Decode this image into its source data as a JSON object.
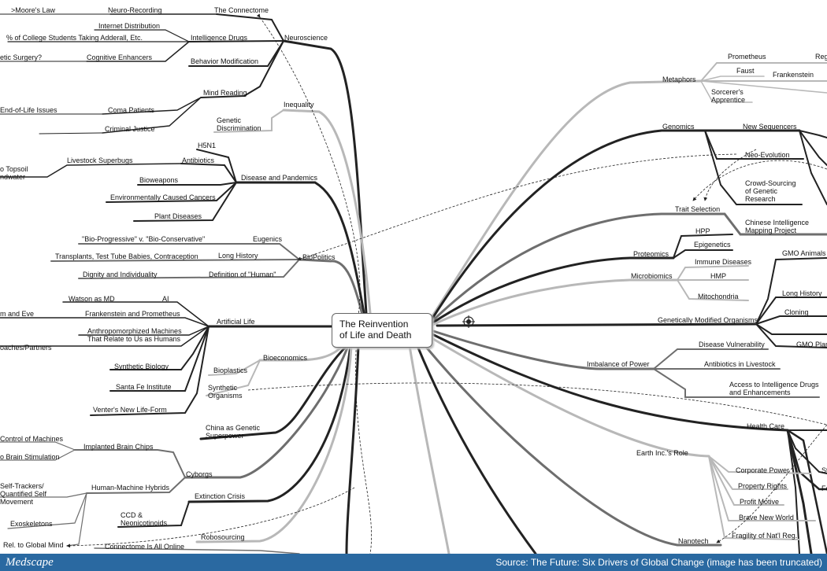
{
  "diagram": {
    "center": "The Reinvention\nof Life and Death",
    "labels": {
      "moores_law": ">Moore's Law",
      "neuro_recording": "Neuro-Recording",
      "connectome": "The Connectome",
      "internet_distribution": "Internet Distribution",
      "college_adderall": "% of College Students Taking Adderall, Etc.",
      "intelligence_drugs": "Intelligence Drugs",
      "neuroscience": "Neuroscience",
      "cosmetic_surgery": "etic Surgery?",
      "cognitive_enhancers": "Cognitive Enhancers",
      "behavior_modification": "Behavior Modification",
      "mind_reading": "Mind Reading",
      "inequality": "Inequality",
      "end_of_life": "End-of-Life Issues",
      "coma_patients": "Coma Patients",
      "genetic_discrimination": "Genetic\nDiscrimination",
      "criminal_justice": "Criminal Justice",
      "h5n1": "H5N1",
      "antibiotics": "Antibiotics",
      "topsoil": "o Topsoil\nndwater",
      "livestock_superbugs": "Livestock Superbugs",
      "disease_pandemics": "Disease and Pandemics",
      "bioweapons": "Bioweapons",
      "env_cancers": "Environmentally Caused Cancers",
      "plant_diseases": "Plant Diseases",
      "bio_progressive": "\"Bio-Progressive\" v. \"Bio-Conservative\"",
      "eugenics": "Eugenics",
      "transplants": "Transplants, Test Tube Babies, Contraception",
      "long_history_l": "Long History",
      "biopolitics": "BioPolitics",
      "dignity": "Dignity and Individuality",
      "def_human": "Definition of \"Human\"",
      "watson": "Watson as MD",
      "ai": "AI",
      "adam_eve": "m and Eve",
      "frank_prometheus": "Frankenstein and Prometheus",
      "artificial_life": "Artificial Life",
      "anthro_machines": "Anthropomorphized Machines\nThat Relate to Us as Humans",
      "coaches": "oaches/Partners",
      "bioeconomics": "Bioeconomics",
      "bioplastics": "Bioplastics",
      "synthetic_biology": "Synthetic Biology",
      "synthetic_organisms": "Synthetic\nOrganisms",
      "santa_fe": "Santa Fe Institute",
      "venter": "Venter's New Life-Form",
      "china": "China as Genetic\nSuperpower",
      "control_machines": "Control of Machines",
      "implanted_chips": "Implanted Brain Chips",
      "brain_stim": "o Brain Stimulation",
      "cyborgs": "Cyborgs",
      "self_trackers": "Self-Trackers/\nQuantified Self\nMovement",
      "human_machine": "Human-Machine Hybrids",
      "extinction": "Extinction Crisis",
      "ccd": "CCD &\nNeonicotinoids",
      "exoskeletons": "Exoskeletons",
      "robosourcing": "Robosourcing",
      "global_mind": "Rel. to Global Mind",
      "connectome_online": "Connectome Is All Online",
      "prometheus": "Prometheus",
      "reg": "Reg",
      "faust": "Faust",
      "frankenstein": "Frankenstein",
      "metaphors": "Metaphors",
      "sorcerer": "Sorcerer's\nApprentice",
      "genomics": "Genomics",
      "new_sequencers": "New Sequencers",
      "neo_evolution": "Neo-Evolution",
      "crowd_sourcing": "Crowd-Sourcing\nof Genetic\nResearch",
      "trait_selection": "Trait Selection",
      "chinese_mapping": "Chinese Intelligence\nMapping Project",
      "hpp": "HPP",
      "epigenetics": "Epigenetics",
      "proteomics": "Proteomics",
      "gmo_animals": "GMO Animals",
      "immune_diseases": "Immune Diseases",
      "microbiomics": "Microbiomics",
      "hmp": "HMP",
      "mitochondria": "Mitochondria",
      "long_history_r": "Long History",
      "cloning": "Cloning",
      "gmo": "Genetically Modified Organisms",
      "gmo_plant": "GMO Plant",
      "disease_vuln": "Disease Vulnerability",
      "imbalance": "Imbalance of Power",
      "antibiotics_livestock": "Antibiotics in Livestock",
      "access_drugs": "Access to Intelligence Drugs\nand Enhancements",
      "health_care": "Health Care",
      "earth_inc": "Earth Inc.'s Role",
      "corporate_power": "Corporate Power",
      "st": "St",
      "property_rights": "Property Rights",
      "fe": "Fe",
      "profit_motive": "Profit Motive",
      "brave_new_world": "Brave New World",
      "fragility": "Fragility of Nat'l Reg.",
      "nanotech": "Nanotech"
    }
  },
  "footer": {
    "brand": "Medscape",
    "source": "Source: The Future: Six Drivers of Global Change (image has been truncated)"
  },
  "colors": {
    "footer_bg": "#2a69a1",
    "dark": "#222222",
    "mid": "#6e6e6e",
    "light": "#b8b8b8"
  }
}
